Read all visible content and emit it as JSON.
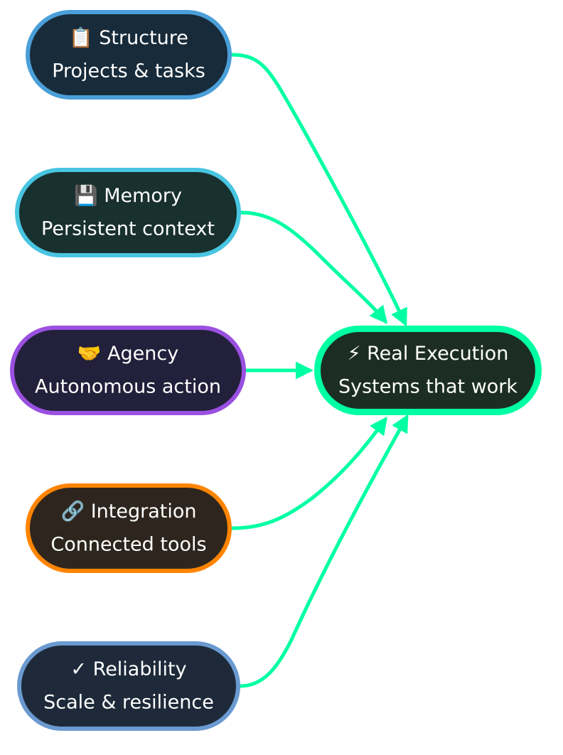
{
  "diagram": {
    "type": "flowchart",
    "direction": "left-to-right",
    "edge_color": "#00FFA3",
    "nodes": [
      {
        "id": "structure",
        "icon": "clipboard-icon",
        "glyph": "📋",
        "title": "Structure",
        "subtitle": "Projects & tasks",
        "fill": "#182B3A",
        "border": "#4A9FD8"
      },
      {
        "id": "memory",
        "icon": "floppy-disk-icon",
        "glyph": "💾",
        "title": "Memory",
        "subtitle": "Persistent context",
        "fill": "#18302E",
        "border": "#48C5E0"
      },
      {
        "id": "agency",
        "icon": "handshake-icon",
        "glyph": "🤝",
        "title": "Agency",
        "subtitle": "Autonomous action",
        "fill": "#22203A",
        "border": "#9A50E0"
      },
      {
        "id": "integration",
        "icon": "link-icon",
        "glyph": "🔗",
        "title": "Integration",
        "subtitle": "Connected tools",
        "fill": "#2E261E",
        "border": "#FF8400"
      },
      {
        "id": "reliability",
        "icon": "checkmark-icon",
        "glyph": "✓",
        "title": "Reliability",
        "subtitle": "Scale & resilience",
        "fill": "#1E2A3A",
        "border": "#6A9AD0"
      },
      {
        "id": "execution",
        "icon": "lightning-icon",
        "glyph": "⚡",
        "title": "Real Execution",
        "subtitle": "Systems that work",
        "fill": "#1C2E24",
        "border": "#00FFA3"
      }
    ],
    "edges": [
      {
        "from": "structure",
        "to": "execution"
      },
      {
        "from": "memory",
        "to": "execution"
      },
      {
        "from": "agency",
        "to": "execution"
      },
      {
        "from": "integration",
        "to": "execution"
      },
      {
        "from": "reliability",
        "to": "execution"
      }
    ]
  }
}
